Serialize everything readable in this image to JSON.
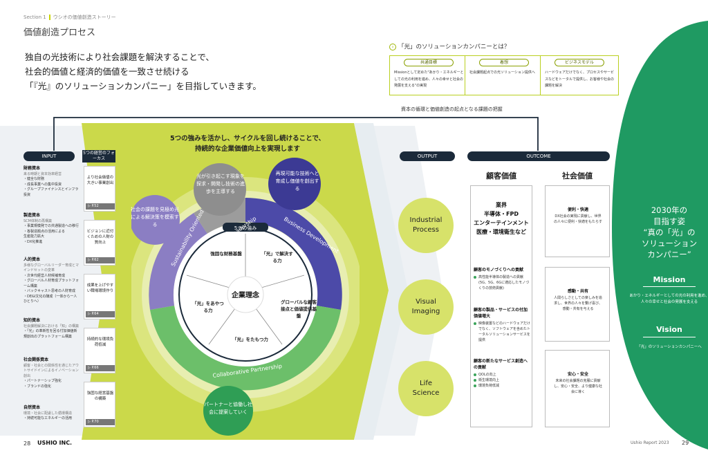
{
  "header": {
    "section": "Section 1",
    "section_sub": "ウシオの価値創造ストーリー",
    "page_title": "価値創造プロセス"
  },
  "lead": [
    "独自の光技術により社会課題を解決することで、",
    "社会的価値と経済的価値を一致させ続ける",
    "「『光』のソリューションカンパニー」を目指していきます。"
  ],
  "question": {
    "title": "「光」のソリューションカンパニーとは？",
    "boxes": [
      {
        "tag": "共通目標",
        "text": "Missionとして定めた\"あかり・エネルギーとしての光の利用を進め、人々の幸せと社会の発展を支える\"の実現"
      },
      {
        "tag": "着想",
        "text": "社会課題起点での光ソリューション提供へ"
      },
      {
        "tag": "ビジネスモデル",
        "text": "ハードウェアだけでなく、プロセスやサービスなどをトータルで提供し、お客様や社会の課題を解決"
      }
    ],
    "issue": "資本の循環と価値創造の起点となる課題の把握"
  },
  "input": {
    "head": "INPUT",
    "focus_head": "5つの経営のフォーカス",
    "capitals": [
      {
        "title": "財務資本",
        "sub": "来る時期と資本効率経営",
        "items": [
          "・健全な財務",
          "・成長事業への集中投資",
          "・グループファイナンスとインフラ投資"
        ]
      },
      {
        "title": "製造資本",
        "sub": "SCM体制の再構築",
        "items": [
          "・事業規模発での共通製造への移行",
          "・各製造拠点の活用による",
          "  生産能力拡大",
          "・DX化推進"
        ]
      },
      {
        "title": "人的資本",
        "sub": "多様なグローバルリーダー育成とマインドセットの変革",
        "items": [
          "・次世代経営人材候補育成",
          "・グローバル人材育成プラットフォーム構築",
          "・バックキャスト思考の人財育成",
          "・DE&I文化の醸成（一体から一人ひとりへ）"
        ]
      },
      {
        "title": "知的資本",
        "sub": "社会課題解決における「知」の構築",
        "items": [
          "・「光」の革新性を回る付加価値新規創出のプラットフォーム構築"
        ]
      },
      {
        "title": "社会関係資本",
        "sub": "顧客・社会との関係性を通じたアウトサイドインによるイノベーション創出",
        "items": [
          "・パートナーシップ強化",
          "・ブランドの強化"
        ]
      },
      {
        "title": "自然資本",
        "sub": "環境・社会に配慮した循環構造",
        "items": [
          "・持続可能なエネルギーの活用"
        ]
      }
    ],
    "focus": [
      {
        "text": "より社会価値の大きい事業創出",
        "page": "P.52"
      },
      {
        "text": "ビジョンに近付くための人財の質向上",
        "page": "P.62"
      },
      {
        "text": "成果を上げやすい職場環境作り",
        "page": "P.64"
      },
      {
        "text": "持続的な環境負荷低減",
        "page": "P.66"
      },
      {
        "text": "強固な経営基盤の構築",
        "page": "P.70"
      }
    ]
  },
  "center": {
    "banner_1": "5つの強みを活かし、サイクルを回し続けることで、",
    "banner_2": "持続的な企業価値向上を実現します",
    "ring_labels": {
      "sustainability": "Sustainability Oriented",
      "technological": "Technological Leadership",
      "business": "Business Development",
      "collaborative": "Collaborative Partnership"
    },
    "bubbles": {
      "social": "社会の課題を見極め光による解決策を模索する",
      "tech": "光が引き起こす現象を探求・開発し技術の進歩を主導する",
      "business": "再現可能な技術へと育成し価値を創出する",
      "partner": "パートナーと協働し社会に提案していく"
    },
    "strength_title": "5つの強み",
    "core": "企業理念",
    "strengths": [
      "強固な財務基盤",
      "「光」で解決する力",
      "グローバルな顧客接点と価値提供基盤",
      "「光」をたもつ力",
      "「光」をあやつる力"
    ]
  },
  "output": {
    "head": "OUTPUT",
    "segments": [
      "Industrial Process",
      "Visual Imaging",
      "Life Science"
    ]
  },
  "outcome": {
    "head": "OUTCOME",
    "customer_title": "顧客価値",
    "social_title": "社会価値",
    "industry": [
      "業界",
      "半導体・FPD",
      "エンターテインメント",
      "医療・環境衛生など"
    ],
    "customer_sections": [
      {
        "title": "顧客のモノづくりへの貢献",
        "items": [
          "高性能半導体の製造への貢献(5G、5G、6Gに適応したモノづくりの技術貢献)"
        ]
      },
      {
        "title": "顧客の製品・サービスの付加価値増大",
        "items": [
          "映像装置などのハードウェアだけでなく、ソフトウェアを含めたトータルソリューションサービスを提供"
        ]
      },
      {
        "title": "顧客の新たなサービス創造への貢献",
        "items": [
          "QOLの向上",
          "衛生環境向上",
          "環境負荷低減"
        ]
      }
    ],
    "social_boxes": [
      {
        "title": "便利・快適",
        "text": "DX社会の実現に貢献し、世界の人々に便利・快適をもたらす"
      },
      {
        "title": "感動・共有",
        "text": "人間らしさとしての楽しみを追求し、世界の人々を繋げ喜び、感動・共有を与える"
      },
      {
        "title": "安心・安全",
        "text": "未来の社会課題の克服に貢献し、安心・安全、より健康な社会に導く"
      }
    ]
  },
  "vision_band": {
    "goal": "2030年の目指す姿“真の「光」のソリューションカンパニー”",
    "goal_lines": [
      "2030年の",
      "目指す姿",
      "“真の「光」の",
      "ソリューション",
      "カンパニー”"
    ],
    "mission_label": "Mission",
    "mission_text": "あかり・エネルギーとしての光の利用を進め、人々の幸せと社会の発展を支える",
    "vision_label": "Vision",
    "vision_text": "「光」のソリューションカンパニーへ"
  },
  "footer": {
    "page_left": "28",
    "logo": "USHIO INC.",
    "report": "Ushio Report 2023",
    "page_right": "29"
  },
  "colors": {
    "lime": "#c8d92a",
    "navy": "#1b2a3a",
    "green": "#2f9e55",
    "purple": "#8b7ec3",
    "indigo": "#4c4aa8",
    "gray": "#9c9c9c",
    "leaf": "#6cbf6a"
  }
}
